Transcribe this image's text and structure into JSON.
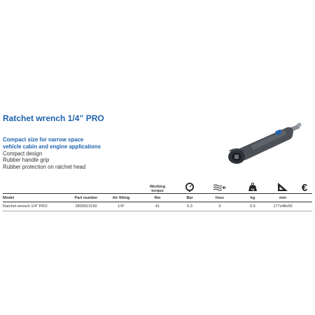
{
  "title": "Ratchet wrench 1/4” PRO",
  "features": {
    "highlights": [
      "Compact size for narrow space",
      "vehicle cabin and engine applications"
    ],
    "items": [
      "Compact design",
      "Rubber handle grip",
      "Rubber protection on ratchet head"
    ]
  },
  "table": {
    "top_labels": {
      "working_torque": "Working\ntorque",
      "euro": "€"
    },
    "icons": {
      "pressure": "pressure-gauge-icon",
      "flow": "air-flow-icon",
      "weight": "weight-icon",
      "size": "set-square-icon",
      "price": "euro-icon"
    },
    "headers": [
      "Model",
      "Part number",
      "Air fitting",
      "Nm",
      "Bar",
      "l/sec",
      "kg",
      "mm"
    ],
    "rows": [
      [
        "Ratchet wrench 1/4” PRO",
        "2809913150",
        "1/4”",
        "41",
        "6.3",
        "5",
        "0.5",
        "177x48x56"
      ]
    ]
  },
  "colors": {
    "accent": "#1f63ad",
    "text": "#222222"
  }
}
